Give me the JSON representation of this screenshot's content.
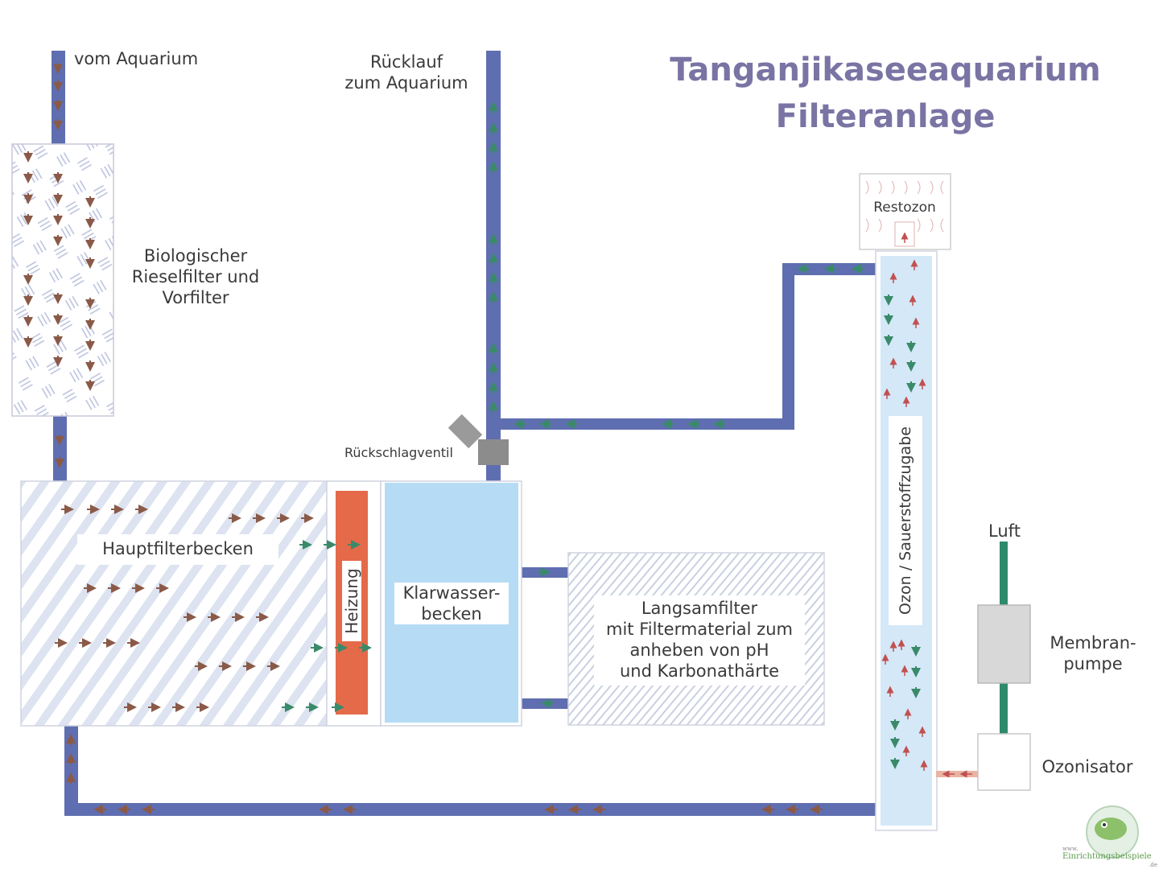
{
  "title": {
    "line1": "Tanganjikaseeaquarium",
    "line2": "Filteranlage"
  },
  "labels": {
    "inlet": "vom Aquarium",
    "return_line1": "Rücklauf",
    "return_line2": "zum Aquarium",
    "bio_filter_line1": "Biologischer",
    "bio_filter_line2": "Rieselfilter und",
    "bio_filter_line3": "Vorfilter",
    "check_valve": "Rückschlagventil",
    "main_basin": "Hauptfilterbecken",
    "heater": "Heizung",
    "clear_water_line1": "Klarwasser-",
    "clear_water_line2": "becken",
    "slow_filter_line1": "Langsamfilter",
    "slow_filter_line2": "mit Filtermaterial zum",
    "slow_filter_line3": "anheben von pH",
    "slow_filter_line4": "und Karbonathärte",
    "residual_ozone": "Restozon",
    "ozone_column": "Ozon / Sauerstoffzugabe",
    "air": "Luft",
    "pump_line1": "Membran-",
    "pump_line2": "pumpe",
    "ozonizer": "Ozonisator",
    "watermark_small": "www.",
    "watermark": "Einrichtungsbeispiele",
    "watermark_tld": ".de"
  },
  "colors": {
    "pipe": "#5f6eb0",
    "title": "#7a74a4",
    "heater": "#e46a4a",
    "clear_water": "#b5dcf4",
    "column": "#d4e8f8",
    "air_line": "#2e8a6a",
    "arrow_brown": "#8a5a48",
    "arrow_green": "#3a8a6a",
    "arrow_red": "#c25050"
  }
}
